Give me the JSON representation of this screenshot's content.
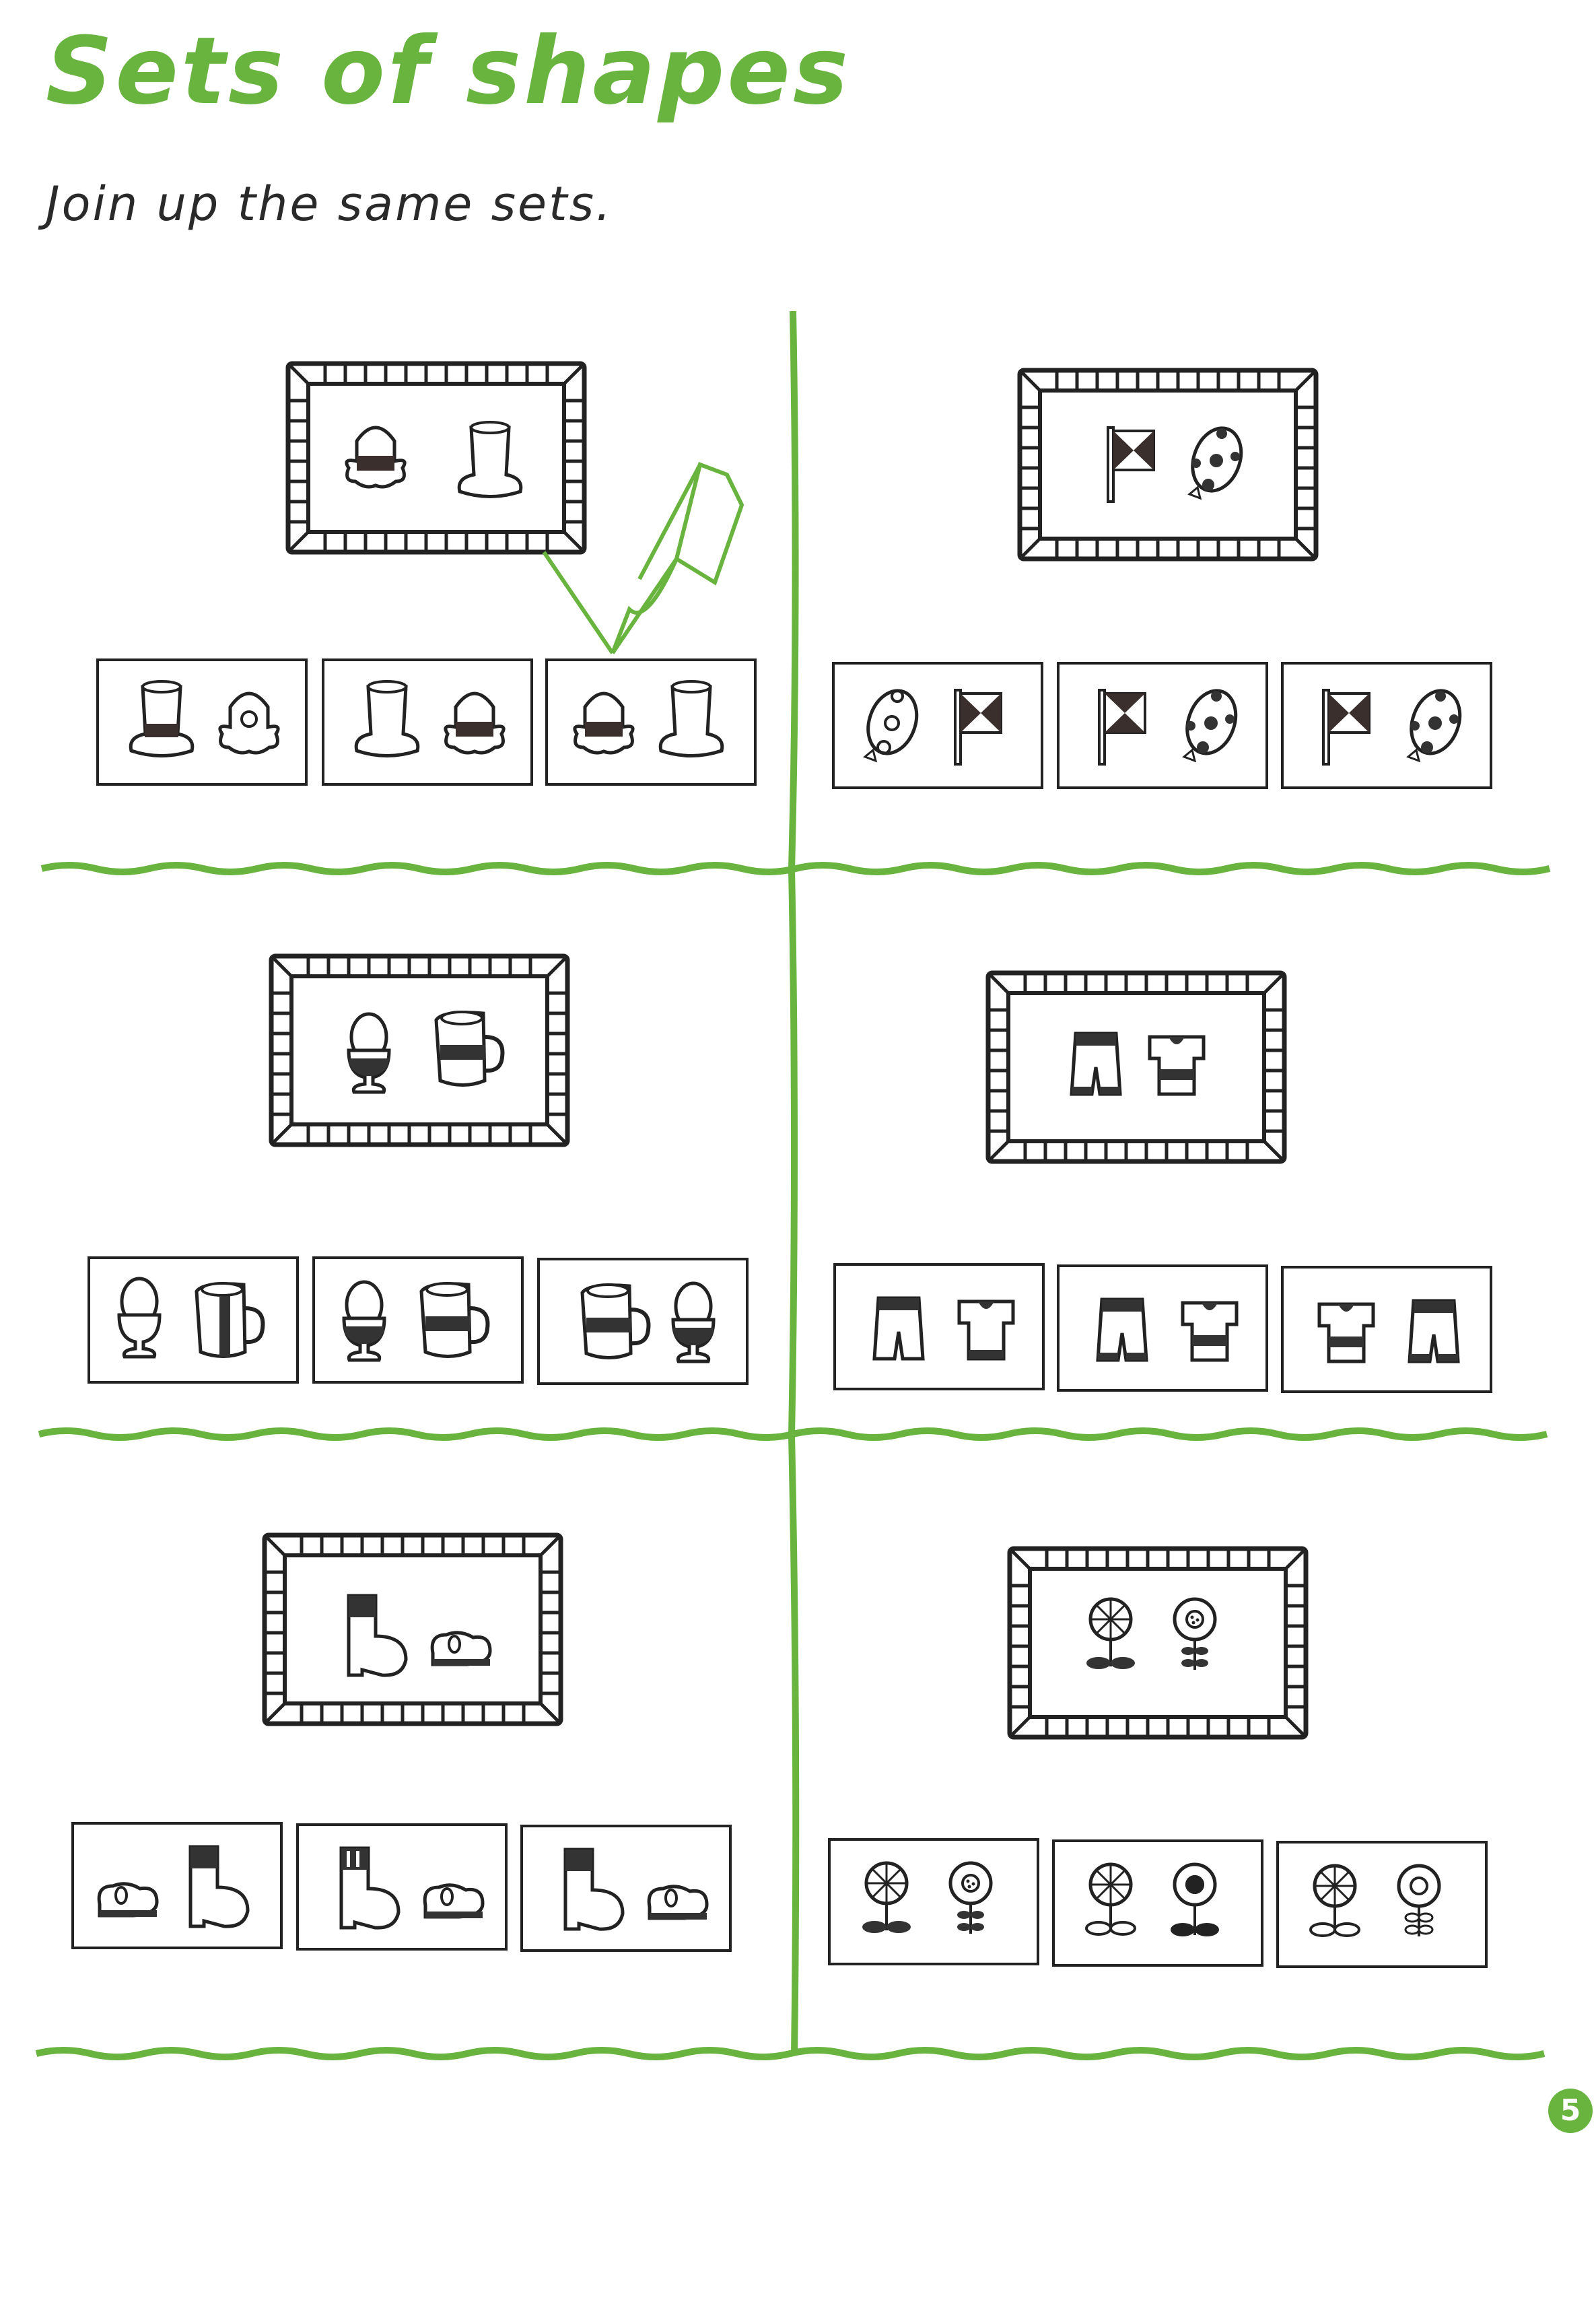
{
  "title": "Sets of shapes",
  "instruction": "Join up the same sets.",
  "page_number": "5",
  "colors": {
    "accent": "#68b43f",
    "ink": "#222222"
  },
  "example": {
    "note": "pencil joins target set to matching option",
    "target_panel": 0,
    "matching_option": 2
  },
  "panels": [
    {
      "id": "hats",
      "target": [
        "bowler-hat-banded",
        "top-hat-plain"
      ],
      "options": [
        [
          "top-hat-banded",
          "bowler-hat-flower"
        ],
        [
          "top-hat-plain",
          "bowler-hat-banded"
        ],
        [
          "bowler-hat-banded",
          "top-hat-plain"
        ]
      ]
    },
    {
      "id": "flags-balloons",
      "target": [
        "flag-dark-sides",
        "balloon-dark-spots"
      ],
      "options": [
        [
          "balloon-hollow-spots",
          "flag-dark-sides"
        ],
        [
          "flag-dark-topbottom",
          "balloon-dark-spots"
        ],
        [
          "flag-dark-sides",
          "balloon-dark-spots"
        ]
      ]
    },
    {
      "id": "eggcups-jugs",
      "target": [
        "eggcup-banded",
        "jug-banded"
      ],
      "options": [
        [
          "eggcup-plain",
          "jug-vertical-stripe"
        ],
        [
          "eggcup-banded",
          "jug-banded"
        ],
        [
          "jug-banded",
          "eggcup-banded"
        ]
      ]
    },
    {
      "id": "clothes",
      "target": [
        "shorts-banded",
        "tshirt-banded"
      ],
      "options": [
        [
          "shorts-waistband",
          "tshirt-hem"
        ],
        [
          "shorts-banded",
          "tshirt-banded"
        ],
        [
          "tshirt-banded",
          "shorts-banded"
        ]
      ]
    },
    {
      "id": "boots-shoes",
      "target": [
        "boot-dark-top",
        "shoe-dark-sole"
      ],
      "options": [
        [
          "shoe-dark-sole",
          "boot-dark-top"
        ],
        [
          "boot-striped-top",
          "shoe-dark-sole"
        ],
        [
          "boot-dark-top",
          "shoe-dark-sole"
        ]
      ]
    },
    {
      "id": "flowers",
      "target": [
        "daisy-dark-leaves",
        "flower-spotted-center"
      ],
      "options": [
        [
          "daisy-dark-leaves",
          "flower-spotted-center"
        ],
        [
          "daisy-dark-leaves2",
          "flower-dark-center"
        ],
        [
          "daisy-hollow-leaves",
          "flower-hollow-leaves"
        ]
      ]
    }
  ]
}
